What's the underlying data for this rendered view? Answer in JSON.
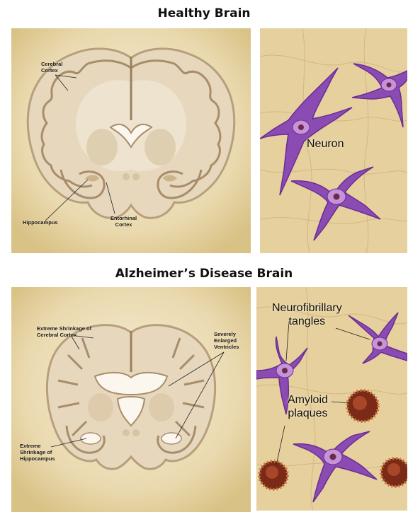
{
  "healthy": {
    "title": "Healthy Brain",
    "labels": {
      "cerebral_cortex": "Cerebral\nCortex",
      "hippocampus": "Hippocampus",
      "entorhinal_cortex": "Entorhinal\nCortex",
      "neuron": "Neuron"
    }
  },
  "alzheimers": {
    "title": "Alzheimer’s Disease Brain",
    "labels": {
      "extreme_shrinkage_cortex": "Extreme Shrinkage of\nCerebral Cortex",
      "enlarged_ventricles": "Severely\nEnlarged\nVentricles",
      "extreme_shrinkage_hippocampus": "Extreme\nShrinkage of\nHippocampus",
      "neurofibrillary_tangles": "Neurofibrillary\ntangles",
      "amyloid_plaques": "Amyloid\nplaques"
    }
  }
}
